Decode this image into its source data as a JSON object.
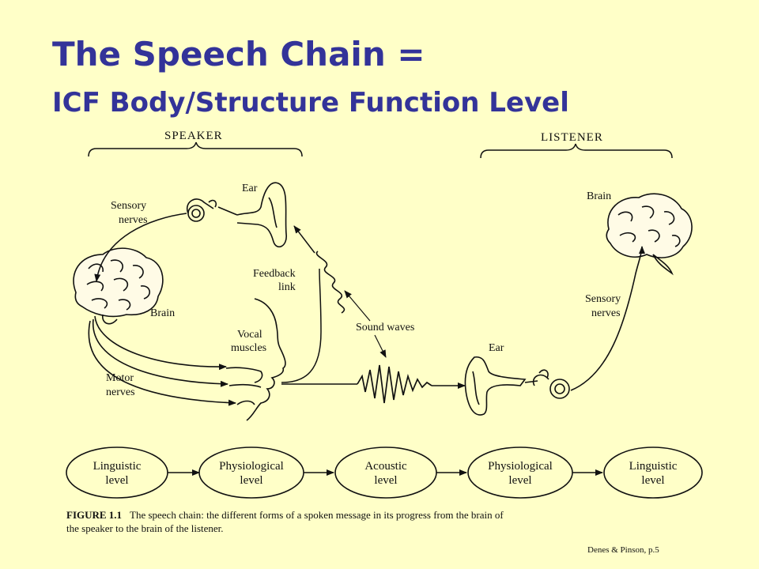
{
  "title": {
    "line1": "The Speech Chain =",
    "line2": "ICF Body/Structure Function Level"
  },
  "diagram": {
    "speaker_header": "SPEAKER",
    "listener_header": "LISTENER",
    "labels": {
      "ear_speaker": "Ear",
      "sensory_nerves_1": "Sensory",
      "sensory_nerves_2": "nerves",
      "feedback_1": "Feedback",
      "feedback_2": "link",
      "brain_speaker": "Brain",
      "vocal_1": "Vocal",
      "vocal_2": "muscles",
      "sound_waves": "Sound waves",
      "motor_1": "Motor",
      "motor_2": "nerves",
      "ear_listener": "Ear",
      "brain_listener": "Brain",
      "listener_sensory_1": "Sensory",
      "listener_sensory_2": "nerves"
    },
    "levels": [
      {
        "line1": "Linguistic",
        "line2": "level"
      },
      {
        "line1": "Physiological",
        "line2": "level"
      },
      {
        "line1": "Acoustic",
        "line2": "level"
      },
      {
        "line1": "Physiological",
        "line2": "level"
      },
      {
        "line1": "Linguistic",
        "line2": "level"
      }
    ],
    "figure_label": "FIGURE 1.1",
    "caption_line1": "The speech chain: the different forms of a spoken message in its progress from the brain of",
    "caption_line2": "the speaker to the brain of the listener."
  },
  "credit": "Denes & Pinson, p.5"
}
